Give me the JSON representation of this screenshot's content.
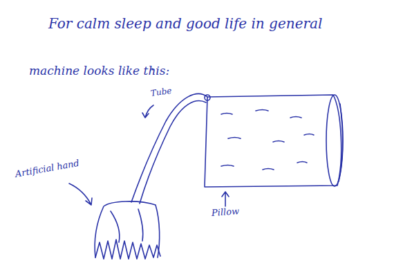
{
  "diagram": {
    "title": "For calm sleep and good life in general",
    "labels": [
      "machine looks like this:",
      "Tube",
      "Artificial hand",
      "Pillow"
    ]
  }
}
